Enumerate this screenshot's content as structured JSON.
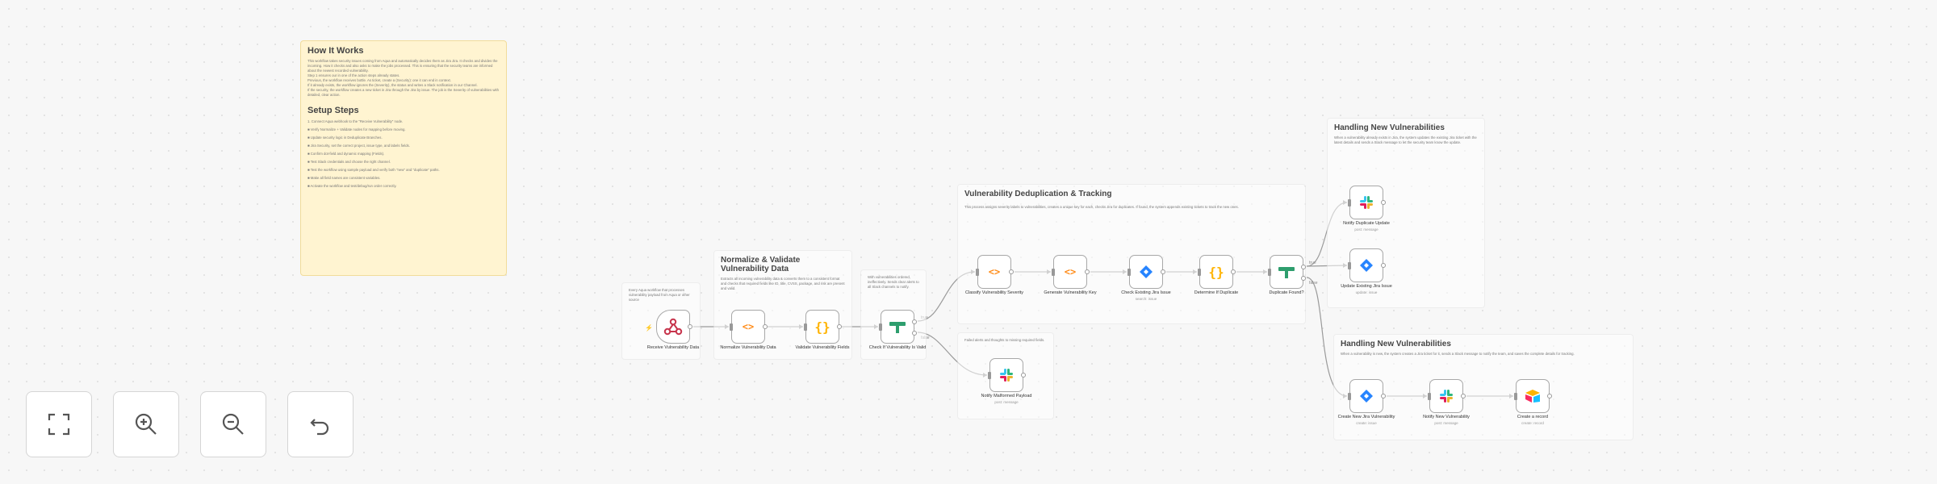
{
  "notes": {
    "how_it_works": {
      "title": "How It Works",
      "body": "This workflow takes security issues coming from Aqua and automatically decides them as Jira Jira. It checks and divides the incoming. How it checks and also asks to make the jobs processed. This is ensuring that the security teams are informed about the newest recorded vulnerability.\nStep 1 ensures our in one of the action steps already states.\nPrevious, the workflow receives bottle. As ticket, create a (Security): one it can end in context.\nIf it already exists, the workflow ignores the (Severity), the status and writes a Slack notification in our Channel.\nIf the security, the workflow creates a new ticket in Jira through the Jira by issue. The job is the Severity of vulnerabilities with detailed, clear action.",
      "setup_title": "Setup Steps",
      "setup_intro": "1. Connect Aqua webhook to the \"Receive Vulnerability\" node.",
      "steps": [
        "■ Verify Normalize + Validate nodes for mapping before moving.",
        "■ Update security logic in Deduplicate Branches.",
        "■ Jira Security, set the correct project, issue type, and labels fields.",
        "■ Confirm dot-field and dynamic mapping (Fields).",
        "■ Test Slack credentials and choose the right channel.",
        "■ Test the workflow using sample payload and verify both \"new\" and \"duplicate\" paths.",
        "■ Make all field names are consistent variables.",
        "■ Activate the workflow and test/debug/run order correctly."
      ]
    },
    "receive_note": "Every Aqua workflow that processes vulnerability payload from Aqua or other source",
    "normalize": {
      "title": "Normalize & Validate Vulnerability Data",
      "body": "Extracts all incoming vulnerability data & converts them to a consistent format and checks that required fields like ID, title, CVSS, package, and risk are present and valid."
    },
    "invalid_note": "With vulnerabilities ordered, ineffectively. Sends clear alerts to all Slack channels to notify.",
    "slack_note": "Failed alerts and thoughts to missing required fields.",
    "dedup": {
      "title": "Vulnerability Deduplication & Tracking",
      "body": "This process assigns severity labels to vulnerabilities, creates a unique key for each, checks Jira for duplicates. If found, the system appends existing tickets to track the new ones."
    },
    "handling_top": {
      "title": "Handling New Vulnerabilities",
      "body": "When a vulnerability already exists in Jira, the system updates the existing Jira ticket with the latest details and sends a Slack message to let the security team know the update."
    },
    "handling_bottom": {
      "title": "Handling New Vulnerabilities",
      "body": "When a vulnerability is new, the system creates a Jira ticket for it, sends a Slack message to notify the team, and saves the complete details for tracking."
    }
  },
  "nodes": [
    {
      "id": "receive",
      "label": "Receive Vulnerability Data",
      "desc": "",
      "icon": "webhook-icon"
    },
    {
      "id": "normalize",
      "label": "Normalize Vulnerability Data",
      "desc": "",
      "icon": "code-icon"
    },
    {
      "id": "validate",
      "label": "Validate Vulnerability Fields",
      "desc": "",
      "icon": "braces-icon"
    },
    {
      "id": "check_valid",
      "label": "Check If Vulnerability Is Valid",
      "desc": "",
      "icon": "if-icon"
    },
    {
      "id": "notify_malformed",
      "label": "Notify Malformed Payload",
      "desc": "post: message",
      "icon": "slack-icon"
    },
    {
      "id": "classify",
      "label": "Classify Vulnerability Severity",
      "desc": "",
      "icon": "code-icon"
    },
    {
      "id": "generate_key",
      "label": "Generate Vulnerability Key",
      "desc": "",
      "icon": "code-icon"
    },
    {
      "id": "check_jira",
      "label": "Check Existing Jira Issue",
      "desc": "search: issue",
      "icon": "jira-icon"
    },
    {
      "id": "determine_dup",
      "label": "Determine If Duplicate",
      "desc": "",
      "icon": "braces-icon"
    },
    {
      "id": "duplicate_found",
      "label": "Duplicate Found?",
      "desc": "",
      "icon": "if-icon"
    },
    {
      "id": "notify_dup",
      "label": "Notify Duplicate Update",
      "desc": "post: message",
      "icon": "slack-icon"
    },
    {
      "id": "update_jira",
      "label": "Update Existing Jira Issue",
      "desc": "update: issue",
      "icon": "jira-icon"
    },
    {
      "id": "create_jira",
      "label": "Create New Jira Vulnerability",
      "desc": "create: issue",
      "icon": "jira-icon"
    },
    {
      "id": "notify_new",
      "label": "Notify New Vulnerability",
      "desc": "post: message",
      "icon": "slack-icon"
    },
    {
      "id": "create_record",
      "label": "Create a record",
      "desc": "create: record",
      "icon": "airtable-icon"
    }
  ],
  "edge_labels": {
    "true": "true",
    "false": "false"
  },
  "controls": [
    {
      "name": "fit-view-button",
      "icon": "fullscreen-icon"
    },
    {
      "name": "zoom-in-button",
      "icon": "zoom-in-icon"
    },
    {
      "name": "zoom-out-button",
      "icon": "zoom-out-icon"
    },
    {
      "name": "undo-button",
      "icon": "undo-icon"
    }
  ],
  "colors": {
    "node_border": "#a8a8a8",
    "edge": "#9a9a9a",
    "sticky_yellow": "#fff4d1",
    "code_orange": "#ff8c1a",
    "jira_blue": "#2684ff",
    "if_green": "#2e9e6e",
    "webhook_red": "#c7344c"
  }
}
